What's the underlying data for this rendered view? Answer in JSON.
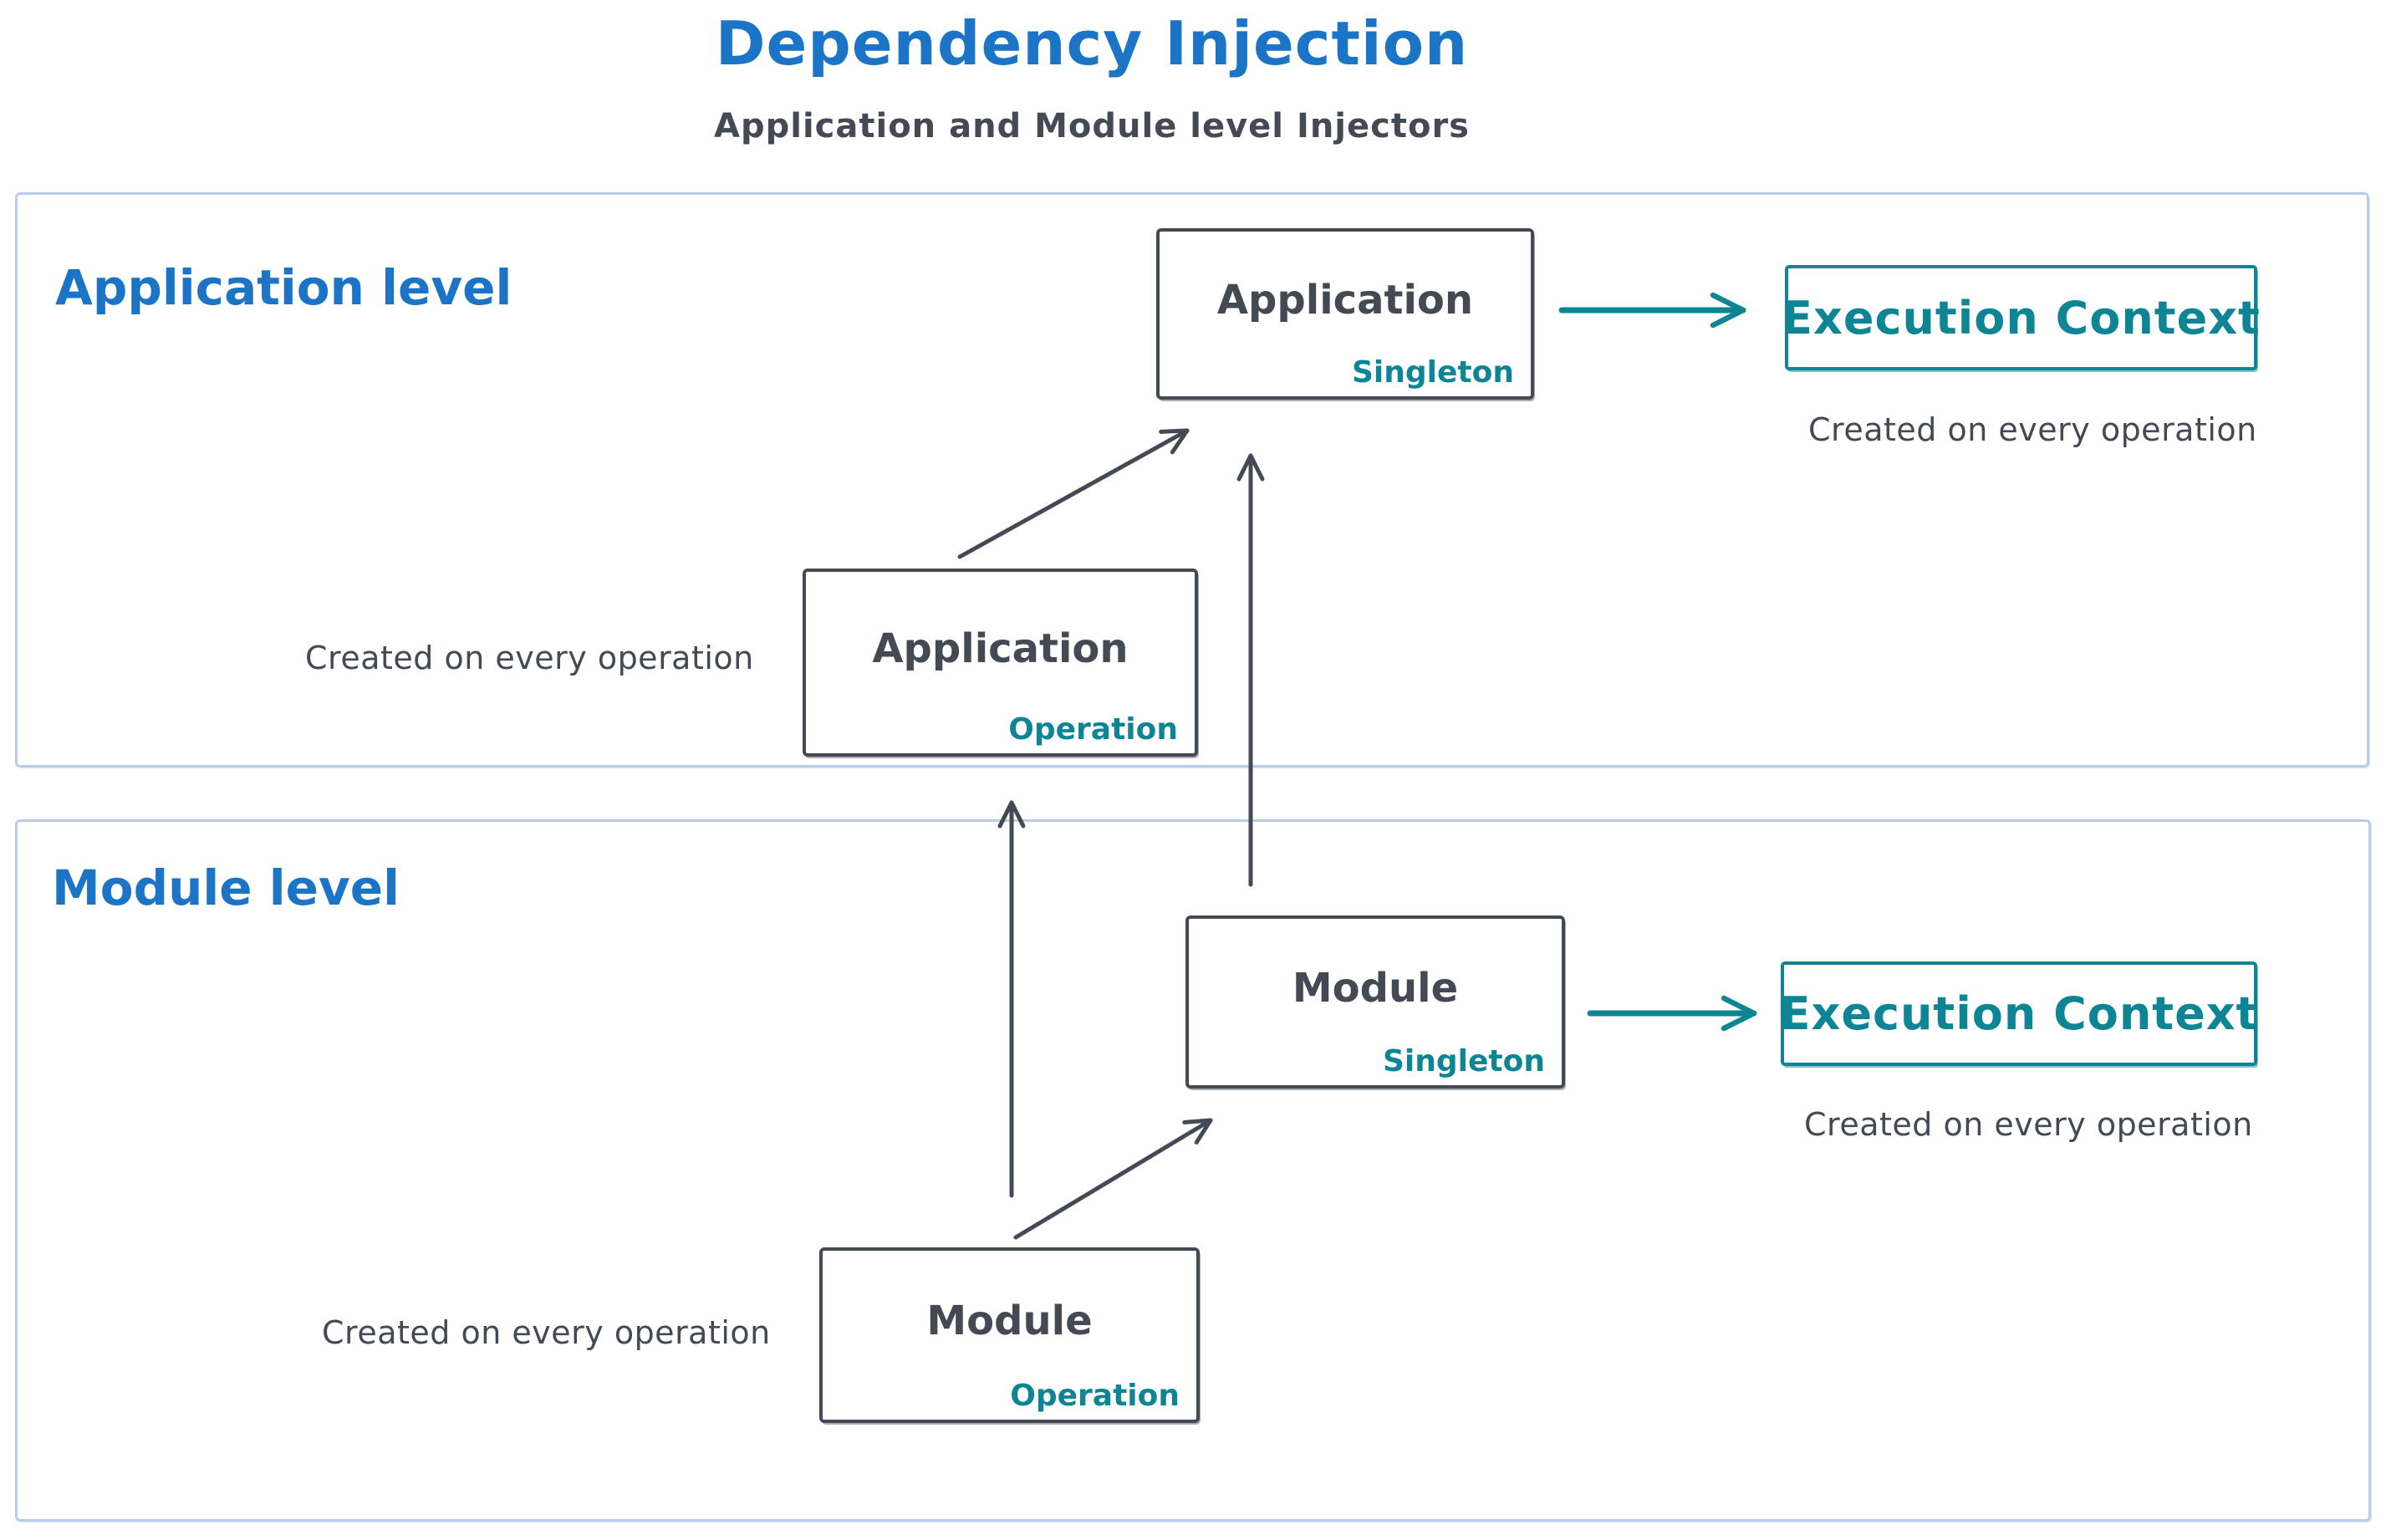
{
  "title": "Dependency Injection",
  "subtitle": "Application and Module level Injectors",
  "colors": {
    "blue": "#1b74c5",
    "dark": "#434a54",
    "teal": "#0e8594",
    "region-border": "#b9cde8"
  },
  "application": {
    "region_label": "Application level",
    "singleton_box": {
      "title": "Application",
      "scope": "Singleton"
    },
    "operation_box": {
      "title": "Application",
      "scope": "Operation"
    },
    "operation_caption": "Created on every operation",
    "execution_context_label": "Execution Context",
    "execution_context_caption": "Created on every operation"
  },
  "module": {
    "region_label": "Module level",
    "singleton_box": {
      "title": "Module",
      "scope": "Singleton"
    },
    "operation_box": {
      "title": "Module",
      "scope": "Operation"
    },
    "operation_caption": "Created on every operation",
    "execution_context_label": "Execution Context",
    "execution_context_caption": "Created on every operation"
  }
}
